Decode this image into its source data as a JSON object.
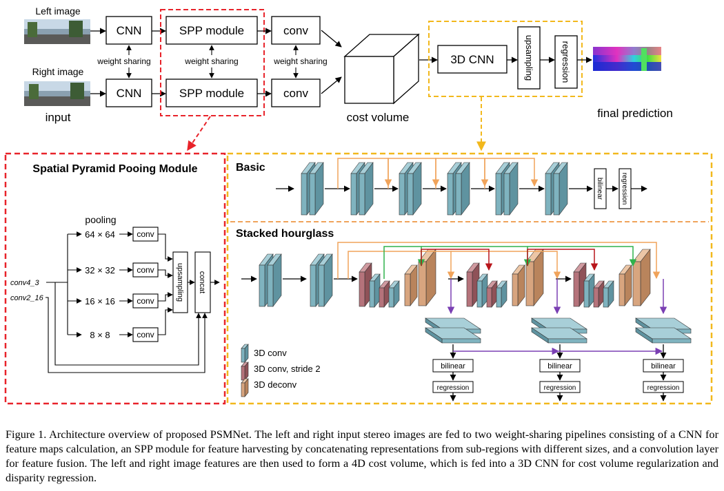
{
  "top": {
    "left_image": "Left image",
    "right_image": "Right image",
    "input": "input",
    "cnn": "CNN",
    "spp": "SPP module",
    "conv": "conv",
    "weight_sharing": "weight sharing",
    "cost_volume": "cost volume",
    "cnn3d": "3D CNN",
    "upsampling": "upsampling",
    "regression": "regression",
    "final_prediction": "final prediction"
  },
  "spp_panel": {
    "title": "Spatial Pyramid Pooing Module",
    "pooling": "pooling",
    "in1": "conv4_3",
    "in2": "conv2_16",
    "sizes": [
      "64 × 64",
      "32 × 32",
      "16 × 16",
      "8 × 8"
    ],
    "conv": "conv",
    "upsampling": "upsampling",
    "concat": "concat"
  },
  "basic": {
    "title": "Basic",
    "bilinear": "bilinear",
    "regression": "regression"
  },
  "hourglass": {
    "title": "Stacked hourglass",
    "bilinear": "bilinear",
    "regression": "regression"
  },
  "legend": [
    "3D conv",
    "3D conv, stride 2",
    "3D deconv"
  ],
  "colors": {
    "conv3d": "#7fb3bf",
    "conv3d_stride2": "#b5737b",
    "deconv3d": "#d8a57f",
    "spp_border": "#e8232a",
    "panel_border": "#f2b81c",
    "skip_orange": "#f0a35a",
    "skip_green": "#2fb24b",
    "skip_red": "#b8151b",
    "skip_purple": "#7a3fb3"
  },
  "caption": "Figure 1. Architecture overview of proposed PSMNet. The left and right input stereo images are fed to two weight-sharing pipelines consisting of a CNN for feature maps calculation, an SPP module for feature harvesting by concatenating representations from sub-regions with different sizes, and a convolution layer for feature fusion. The left and right image features are then used to form a 4D cost volume, which is fed into a 3D CNN for cost volume regularization and disparity regression."
}
